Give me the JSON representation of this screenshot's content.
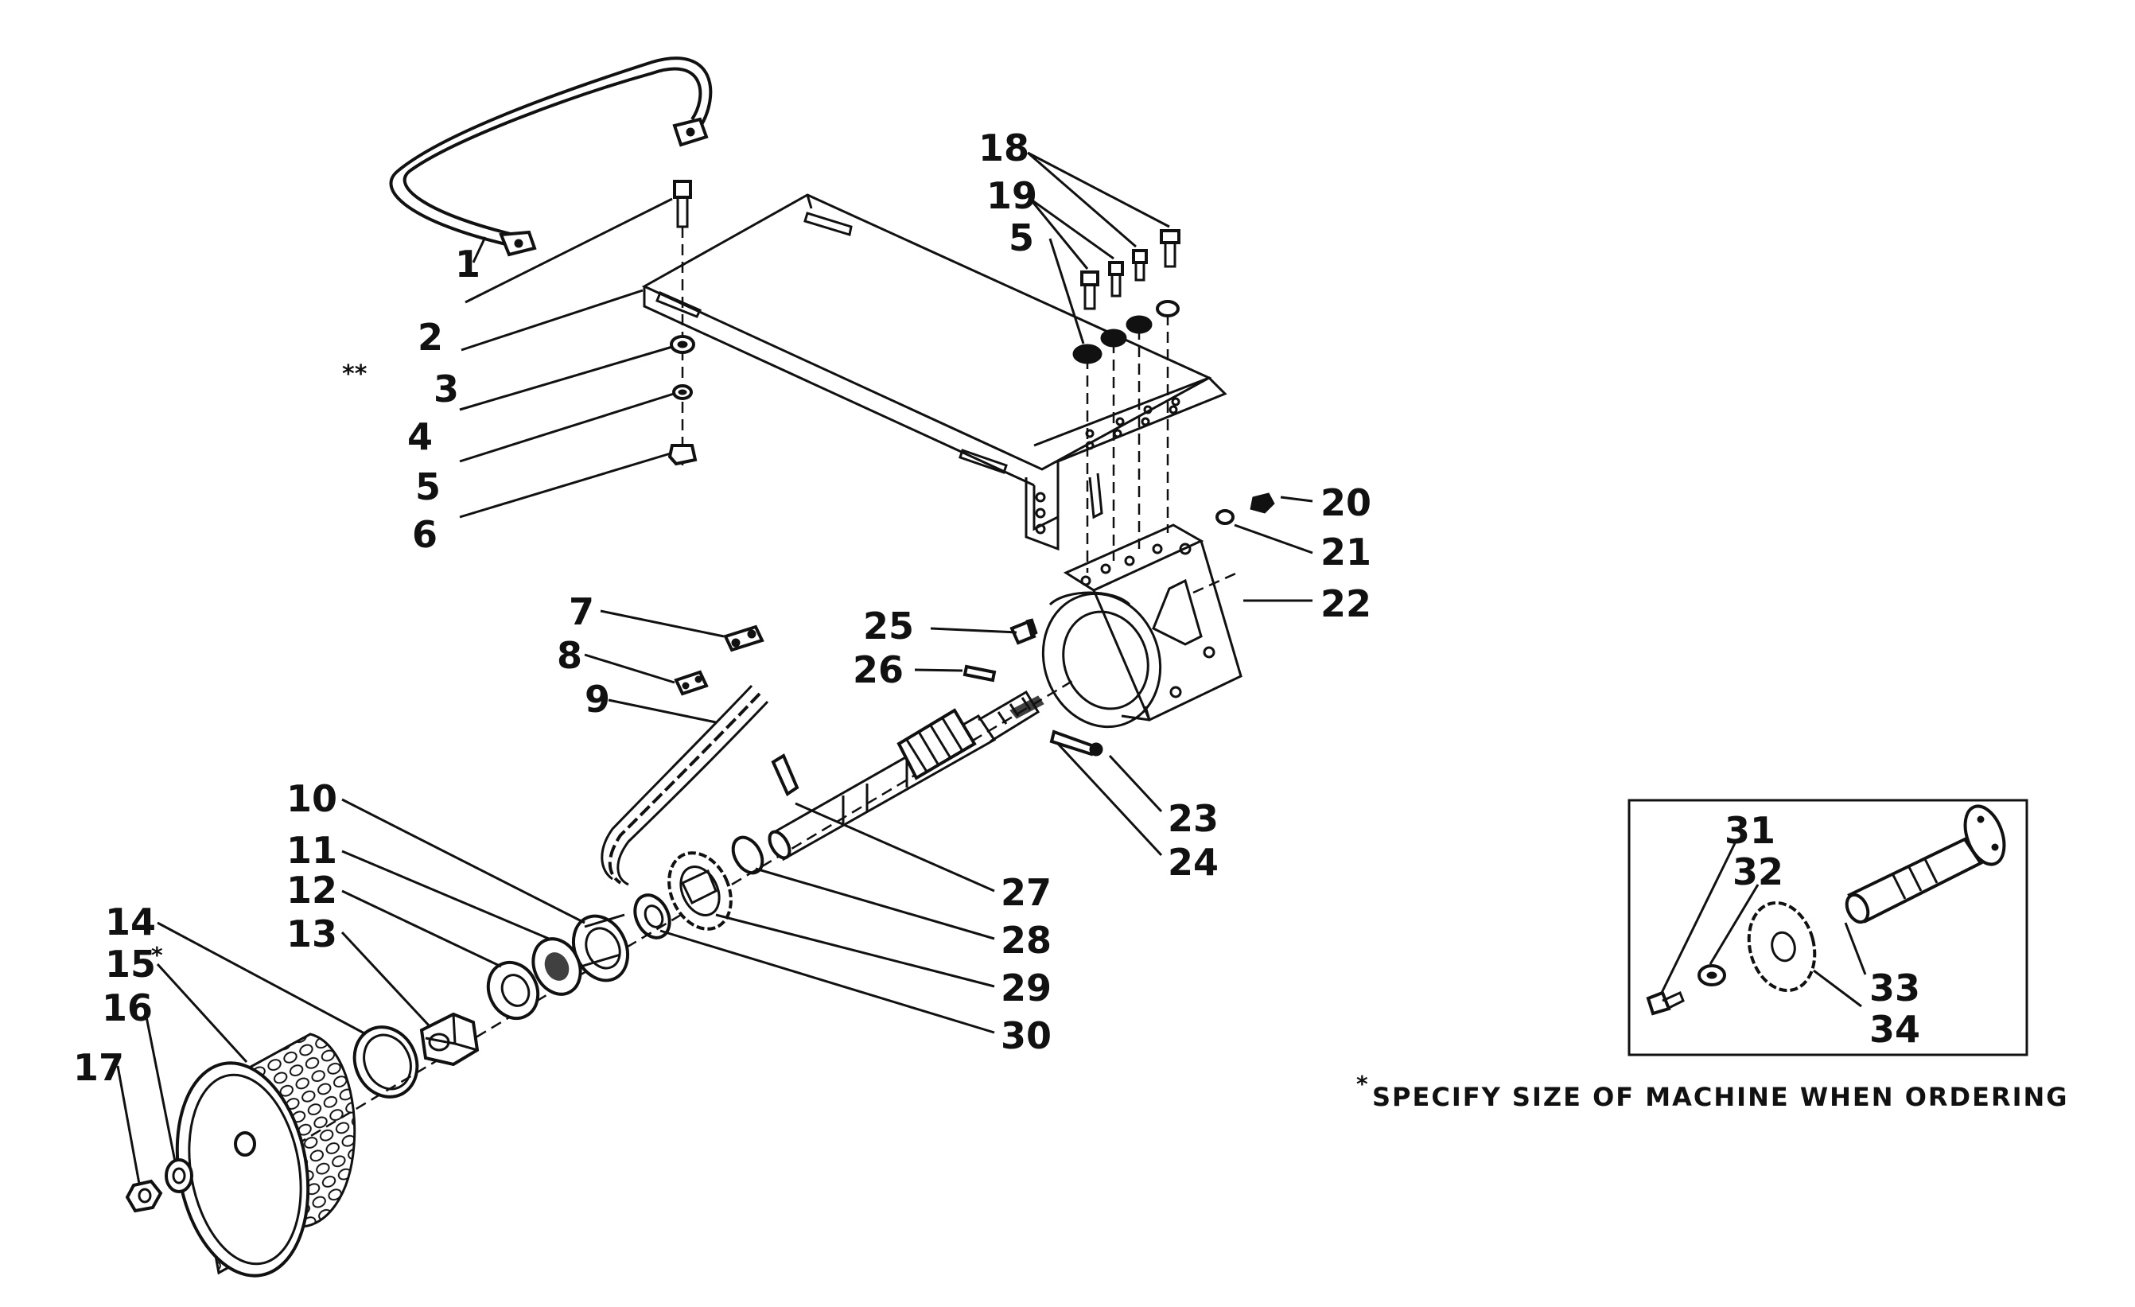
{
  "callouts": {
    "c1": "1",
    "c2": "2",
    "c3": "3",
    "c4": "4",
    "c5": "5",
    "c6": "6",
    "c7": "7",
    "c8": "8",
    "c9": "9",
    "c10": "10",
    "c11": "11",
    "c12": "12",
    "c13": "13",
    "c14": "14",
    "c15": "15",
    "c16": "16",
    "c17": "17",
    "c18": "18",
    "c19": "19",
    "c5b": "5",
    "c20": "20",
    "c21": "21",
    "c22": "22",
    "c23": "23",
    "c24": "24",
    "c25": "25",
    "c26": "26",
    "c27": "27",
    "c28": "28",
    "c29": "29",
    "c30": "30",
    "c31": "31",
    "c32": "32",
    "c33": "33",
    "c34": "34"
  },
  "marks": {
    "double_star": "**",
    "single_star": "*"
  },
  "note": "SPECIFY  SIZE  OF  MACHINE  WHEN  ORDERING"
}
